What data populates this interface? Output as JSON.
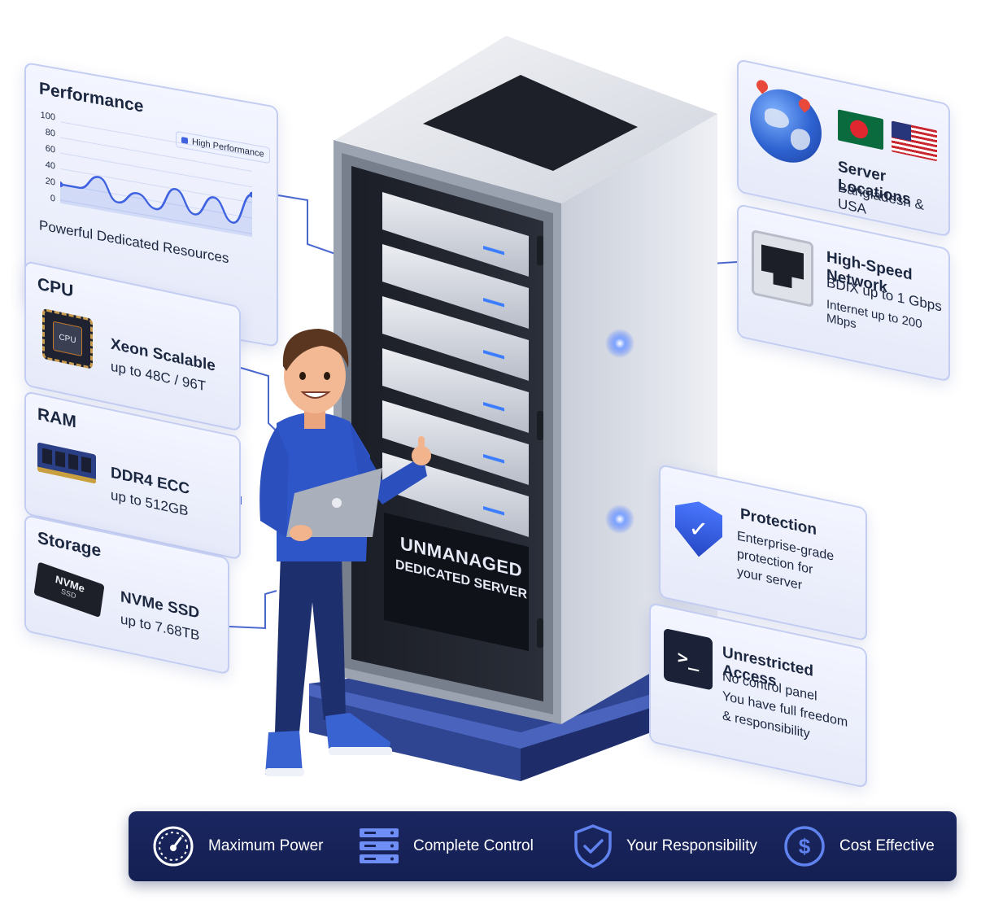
{
  "performance_card": {
    "title": "Performance",
    "legend": "High Performance",
    "y_ticks": [
      "100",
      "80",
      "60",
      "40",
      "20",
      "0"
    ],
    "caption": "Powerful Dedicated Resources"
  },
  "chart_data": {
    "type": "line",
    "title": "Performance",
    "ylim": [
      0,
      100
    ],
    "y_ticks": [
      0,
      20,
      40,
      60,
      80,
      100
    ],
    "grid": true,
    "legend": "top-right",
    "series": [
      {
        "name": "High Performance",
        "values": [
          20,
          20,
          38,
          10,
          26,
          10,
          40,
          12,
          38,
          10,
          50
        ]
      }
    ]
  },
  "cpu_card": {
    "title": "CPU",
    "chip_label": "CPU",
    "line1": "Xeon Scalable",
    "line2": "up to 48C / 96T"
  },
  "ram_card": {
    "title": "RAM",
    "line1": "DDR4 ECC",
    "line2": "up to 512GB"
  },
  "storage_card": {
    "title": "Storage",
    "chip_label": "NVMe",
    "chip_sublabel": "SSD",
    "line1": "NVMe SSD",
    "line2": "up to 7.68TB"
  },
  "locations_card": {
    "line1": "Server Locations",
    "line2": "Bangladesh & USA"
  },
  "network_card": {
    "line1": "High-Speed Network",
    "line2": "BDIX up to 1 Gbps",
    "line3": "Internet up to 200 Mbps"
  },
  "protection_card": {
    "title": "Protection",
    "line1": "Enterprise-grade",
    "line2": "protection for",
    "line3": "your server"
  },
  "access_card": {
    "title": "Unrestricted Access",
    "line1": "No control panel",
    "line2": "You have full freedom",
    "line3": "& responsibility"
  },
  "server": {
    "label1": "UNMANAGED",
    "label2": "DEDICATED SERVER"
  },
  "bottom_bar": {
    "items": [
      {
        "label": "Maximum Power",
        "icon": "speedometer-icon"
      },
      {
        "label": "Complete Control",
        "icon": "server-stack-icon"
      },
      {
        "label": "Your Responsibility",
        "icon": "shield-check-icon"
      },
      {
        "label": "Cost Effective",
        "icon": "dollar-coin-icon"
      }
    ]
  },
  "colors": {
    "accent": "#3f62e0",
    "card_border": "#c3cdf2",
    "card_bg": "#eef1fd",
    "bar_bg": "#172358",
    "server_body": "#d9dde6",
    "hoodie": "#2f56c9"
  }
}
